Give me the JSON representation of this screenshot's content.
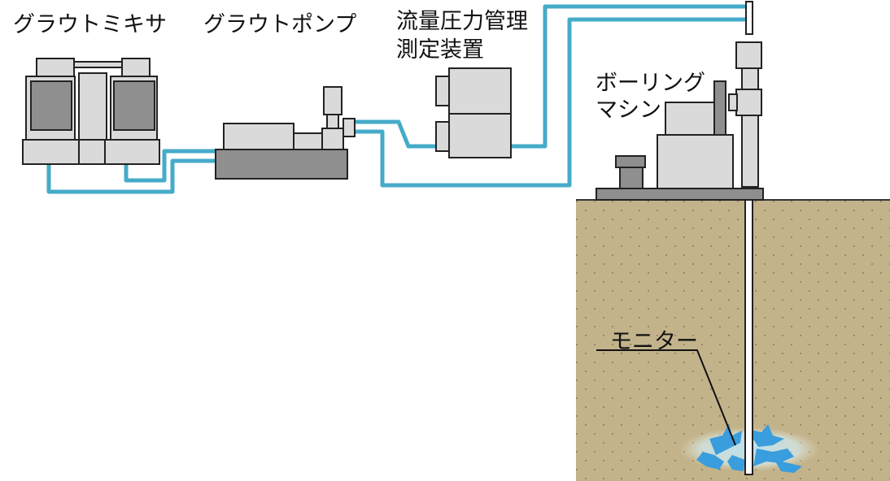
{
  "labels": {
    "mixer": "グラウトミキサ",
    "pump": "グラウトポンプ",
    "flow_line1": "流量圧力管理",
    "flow_line2": "測定装置",
    "boring_line1": "ボーリング",
    "boring_line2": "マシン",
    "monitor": "モニター"
  },
  "colors": {
    "hose": "#45abc9",
    "ground": "#c3b38b",
    "equipment_dark": "#8f8f8f",
    "equipment_light": "#dadada",
    "grout": "#3a9ddd"
  },
  "icons": {
    "ground_texture": "dotted-soil-pattern",
    "grout_spread": "water-splash-icon"
  }
}
